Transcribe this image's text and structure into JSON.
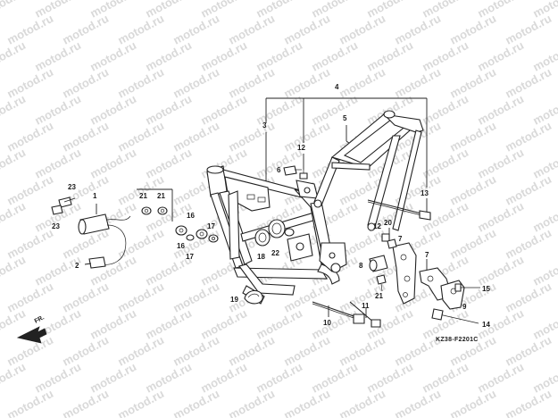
{
  "watermark": {
    "text": "motod.ru"
  },
  "diagram_code": "KZ38-F2201C",
  "direction_label": "FR.",
  "callouts": {
    "n1": "1",
    "n2": "2",
    "n3": "3",
    "n4": "4",
    "n5": "5",
    "n6": "6",
    "n7a": "7",
    "n7b": "7",
    "n8": "8",
    "n9": "9",
    "n10": "10",
    "n11": "11",
    "n12a": "12",
    "n12b": "12",
    "n13": "13",
    "n14": "14",
    "n15": "15",
    "n16a": "16",
    "n16b": "16",
    "n17a": "17",
    "n17b": "17",
    "n18": "18",
    "n19": "19",
    "n20": "20",
    "n21a": "21",
    "n21b": "21",
    "n21c": "21",
    "n22": "22",
    "n23a": "23",
    "n23b": "23"
  },
  "colors": {
    "line": "#222222",
    "watermark": "#d9d9d9",
    "background": "#ffffff"
  }
}
